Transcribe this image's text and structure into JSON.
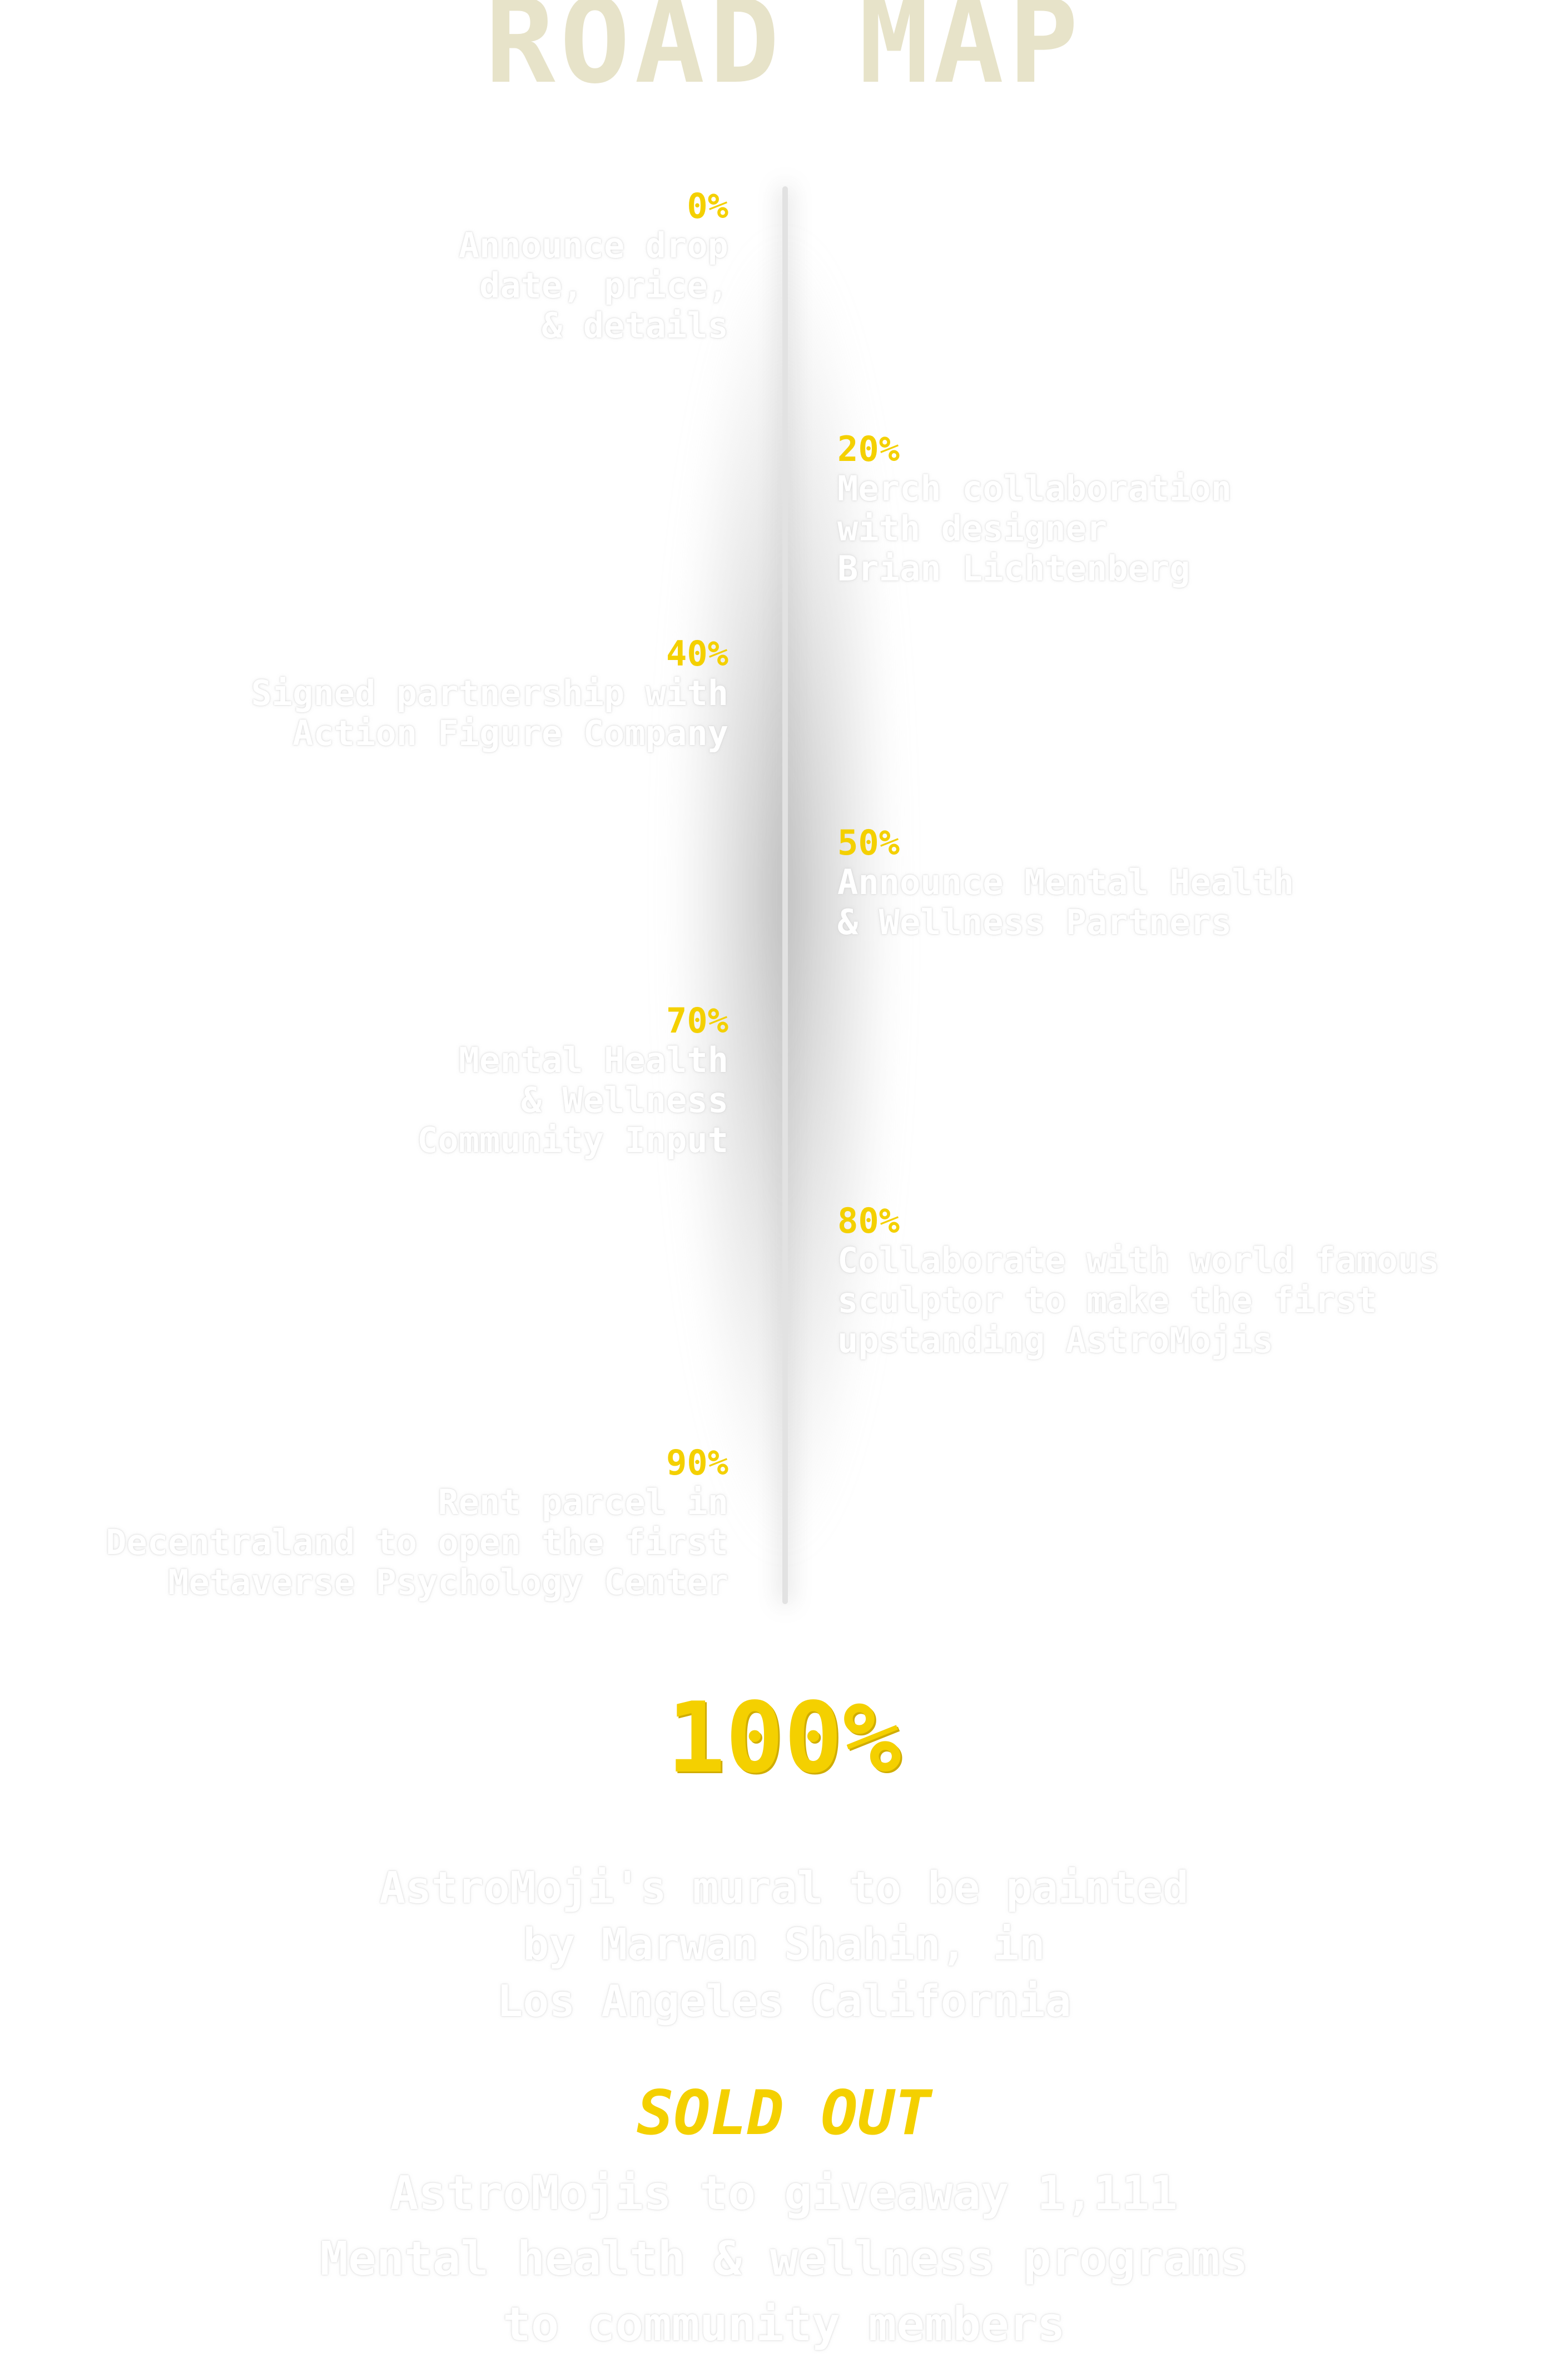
{
  "header": {
    "title": "ROAD MAP"
  },
  "milestones": [
    {
      "percent": "0%",
      "text": "Announce drop\ndate, price,\n& details"
    },
    {
      "percent": "20%",
      "text": "Merch collaboration\nwith designer\nBrian Lichtenberg"
    },
    {
      "percent": "40%",
      "text": "Signed partnership with\nAction Figure Company"
    },
    {
      "percent": "50%",
      "text": "Announce Mental Health\n& Wellness Partners"
    },
    {
      "percent": "70%",
      "text": "Mental Health\n& Wellness\nCommunity Input"
    },
    {
      "percent": "80%",
      "text": "Collaborate with world famous\nsculptor to make the first\nupstanding AstroMojis"
    },
    {
      "percent": "90%",
      "text": "Rent parcel in\nDecentraland to open the first\nMetaverse Psychology Center"
    }
  ],
  "final": {
    "percent": "100%",
    "text": "AstroMoji's mural to be painted\nby Marwan Shahin, in\nLos Angeles California"
  },
  "sold_out": {
    "label": "SOLD OUT",
    "text": "AstroMojis to giveaway 1,111\nMental health & wellness programs\nto community members"
  },
  "colors": {
    "accent": "#f4d000",
    "title": "#e7e3c9",
    "background": "#ffffff"
  }
}
